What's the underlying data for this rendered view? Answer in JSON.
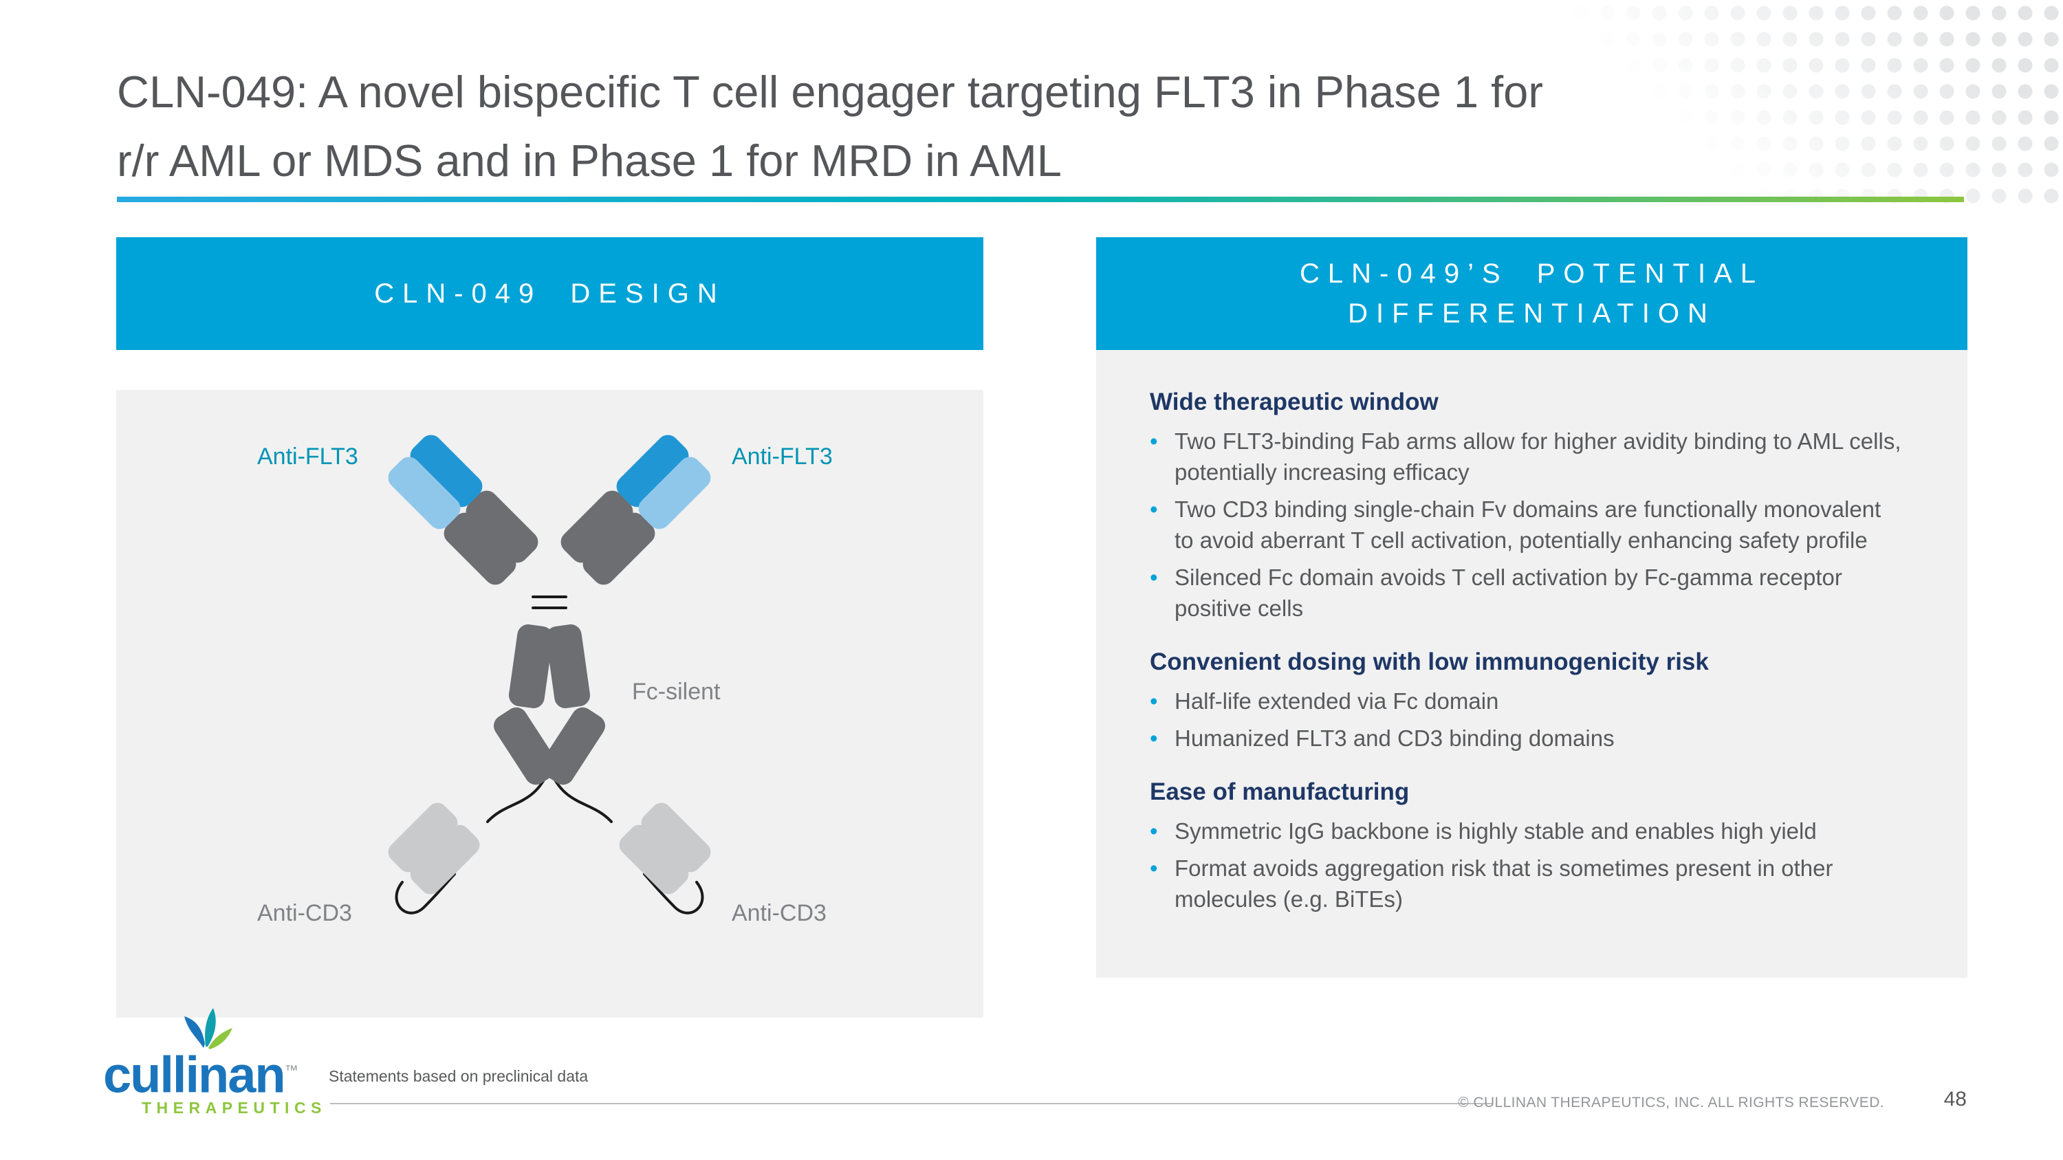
{
  "slide": {
    "title_line1": "CLN-049: A novel bispecific T cell engager targeting FLT3 in Phase 1 for",
    "title_line2": "r/r AML or MDS and in Phase 1 for MRD in AML"
  },
  "design_panel": {
    "header": "CLN-049 DESIGN",
    "labels": {
      "anti_flt3_left": "Anti-FLT3",
      "anti_flt3_right": "Anti-FLT3",
      "fc_silent": "Fc-silent",
      "anti_cd3_left": "Anti-CD3",
      "anti_cd3_right": "Anti-CD3"
    }
  },
  "differentiation_panel": {
    "header_line1": "CLN-049’S POTENTIAL",
    "header_line2": "DIFFERENTIATION",
    "bullet_glyph": "•",
    "sections": [
      {
        "heading": "Wide therapeutic window",
        "bullets": [
          "Two FLT3-binding Fab arms allow for higher avidity binding to AML cells, potentially increasing efficacy",
          "Two CD3 binding single-chain Fv domains are functionally monovalent to avoid aberrant T cell activation, potentially enhancing safety profile",
          "Silenced Fc domain avoids T cell activation by Fc-gamma receptor positive cells"
        ]
      },
      {
        "heading": "Convenient dosing with low immunogenicity risk",
        "bullets": [
          "Half-life extended via Fc domain",
          "Humanized FLT3 and CD3 binding domains"
        ]
      },
      {
        "heading": "Ease of manufacturing",
        "bullets": [
          "Symmetric IgG backbone is highly stable and enables high yield",
          "Format avoids aggregation risk that is sometimes present in other molecules (e.g. BiTEs)"
        ]
      }
    ]
  },
  "footer": {
    "footnote": "Statements based on preclinical data",
    "copyright": "© CULLINAN THERAPEUTICS, INC. ALL RIGHTS RESERVED.",
    "page_number": "48"
  },
  "logo": {
    "wordmark": "cullinan",
    "tm": "™",
    "subtitle": "THERAPEUTICS"
  },
  "colors": {
    "accent_cyan": "#00a3d7",
    "accent_green": "#8dc63f",
    "navy_heading": "#1e3765",
    "body_text": "#58595b",
    "label_teal": "#0094b3",
    "label_gray": "#808285",
    "fab_dark_blue": "#2097d4",
    "fab_light_blue": "#8fc7ea",
    "domain_dark_gray": "#6d6e71",
    "domain_light_gray": "#c9cacc",
    "logo_blue": "#1b75bc",
    "logo_green": "#8dc63f"
  }
}
